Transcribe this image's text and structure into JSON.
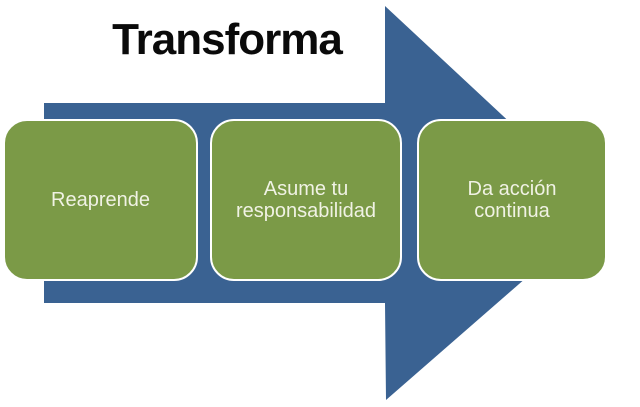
{
  "diagram": {
    "title": "Transforma",
    "arrow": {
      "shape": "right-arrow",
      "description": "horizontal block arrow pointing right behind the step boxes"
    },
    "steps": [
      {
        "label": "Reaprende"
      },
      {
        "label": "Asume tu\nresponsabilidad"
      },
      {
        "label": "Da acción\ncontinua"
      }
    ],
    "colors": {
      "arrow_blue": "#3A6292",
      "box_green": "#7B9A47",
      "box_border": "#FFFFFF",
      "box_text": "#F0F2E4",
      "title_text": "#0A0A0A"
    }
  }
}
